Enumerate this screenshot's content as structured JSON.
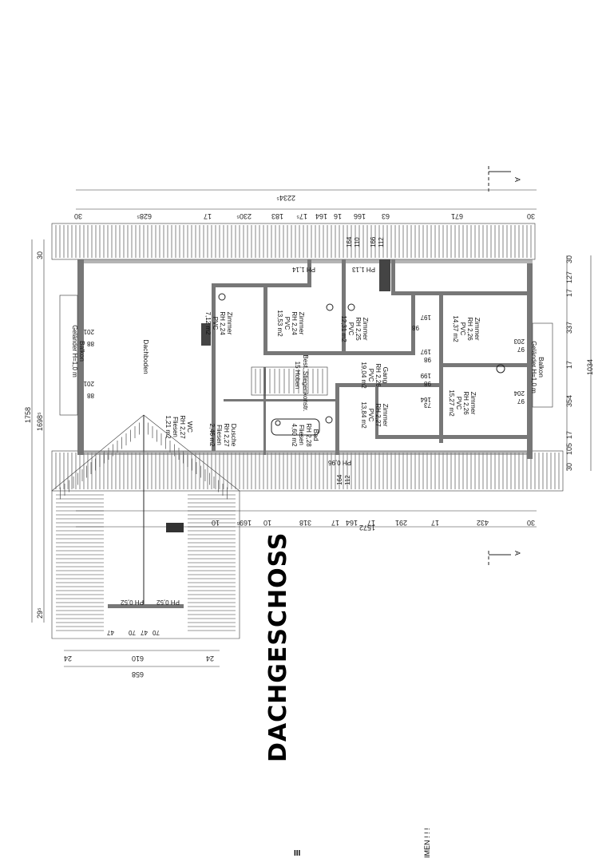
{
  "title": "DACHGESCHOSS",
  "section_marker": "A",
  "footer": {
    "left": "III",
    "right": "IMEN ! ! !"
  },
  "rooms": [
    {
      "name": "Dachboden",
      "lines": []
    },
    {
      "name": "Balkon",
      "lines": [
        "Geländer H=1,0 m"
      ]
    },
    {
      "name": "WC",
      "lines": [
        "RH 2,27",
        "Fliesen",
        "1,21 m2"
      ]
    },
    {
      "name": "Dusche",
      "lines": [
        "RH 2,27",
        "Fliesen",
        "2,46 m2"
      ]
    },
    {
      "name": "Bad",
      "lines": [
        "RH 2,28",
        "Fliesen",
        "4,60 m2"
      ]
    },
    {
      "name": "Zimmer",
      "lines": [
        "RH 2,24",
        "PVC",
        "7,12 m2"
      ]
    },
    {
      "name": "Zimmer",
      "lines": [
        "RH 2,24",
        "PVC",
        "13,53 m2"
      ]
    },
    {
      "name": "Zimmer",
      "lines": [
        "RH 2,25",
        "PVC",
        "12,31 m2"
      ]
    },
    {
      "name": "Zimmer",
      "lines": [
        "RH 2,26",
        "PVC",
        "14,37 m2"
      ]
    },
    {
      "name": "Gang",
      "lines": [
        "RH 2,26",
        "PVC",
        "19,04 m2"
      ]
    },
    {
      "name": "Zimmer",
      "lines": [
        "RH 2,27",
        "PVC",
        "13,84 m2"
      ]
    },
    {
      "name": "Zimmer",
      "lines": [
        "RH 2,26",
        "PVC",
        "15,27 m2"
      ]
    },
    {
      "name": "Balkon",
      "lines": [
        "Geländer H=1,0 m"
      ]
    }
  ],
  "stair_label": "15 Hoben",
  "stair_label2": "Best. Stiegenkonstr.",
  "parapets": [
    "PH 1,14",
    "PH 1,13",
    "PH 0,96",
    "PH 0,52",
    "PH 0,52"
  ],
  "dims_top": [
    "2234⁵",
    "628⁵",
    "30",
    "17",
    "230⁵",
    "183",
    "17⁵",
    "164",
    "16",
    "166",
    "63",
    "671",
    "30"
  ],
  "dims_top2": [
    "164",
    "110",
    "166",
    "112"
  ],
  "dims_right": [
    "30",
    "127",
    "17",
    "337",
    "17",
    "354",
    "1034",
    "30",
    "105",
    "17"
  ],
  "dims_bottom": [
    "1572",
    "432",
    "30",
    "17",
    "291",
    "17",
    "164",
    "17",
    "318",
    "10",
    "169⁵",
    "10"
  ],
  "dims_left": [
    "1758",
    "1698⁵",
    "30",
    "29⁵",
    "24",
    "610",
    "24",
    "658"
  ],
  "dims_misc": [
    "47",
    "70",
    "47",
    "70",
    "164",
    "112",
    "201",
    "88",
    "201",
    "88",
    "203",
    "97",
    "204",
    "97",
    "197",
    "98",
    "197",
    "98",
    "199",
    "98",
    "73",
    "164"
  ]
}
